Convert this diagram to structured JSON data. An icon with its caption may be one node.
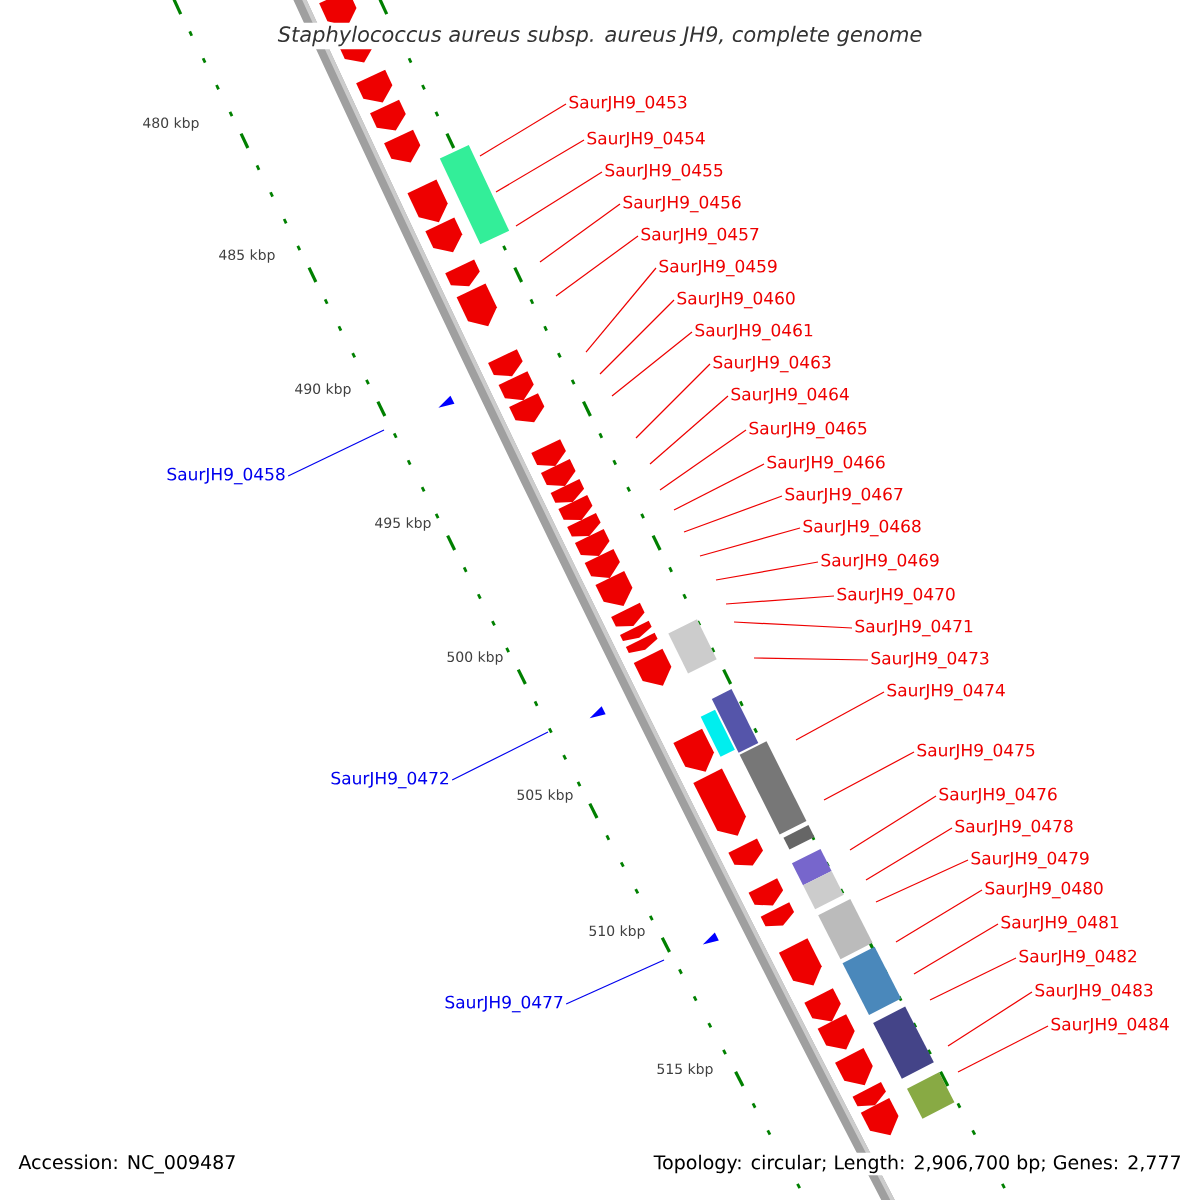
{
  "diagram": {
    "title": "Staphylococcus aureus subsp. aureus JH9, complete genome",
    "nodes": [
      {
        "text": [
          "SaurJH9_0453"
        ]
      },
      {
        "text": [
          "SaurJH9_0454"
        ]
      },
      {
        "text": [
          "SaurJH9_0455"
        ]
      },
      {
        "text": [
          "SaurJH9_0456"
        ]
      },
      {
        "text": [
          "SaurJH9_0457"
        ]
      },
      {
        "text": [
          "SaurJH9_0459"
        ]
      },
      {
        "text": [
          "SaurJH9_0460"
        ]
      },
      {
        "text": [
          "SaurJH9_0461"
        ]
      },
      {
        "text": [
          "SaurJH9_0463"
        ]
      },
      {
        "text": [
          "SaurJH9_0464"
        ]
      },
      {
        "text": [
          "SaurJH9_0465"
        ]
      },
      {
        "text": [
          "SaurJH9_0466"
        ]
      },
      {
        "text": [
          "SaurJH9_0467"
        ]
      },
      {
        "text": [
          "SaurJH9_0468"
        ]
      },
      {
        "text": [
          "SaurJH9_0469"
        ]
      },
      {
        "text": [
          "SaurJH9_0470"
        ]
      },
      {
        "text": [
          "SaurJH9_0471"
        ]
      },
      {
        "text": [
          "SaurJH9_0473"
        ]
      },
      {
        "text": [
          "SaurJH9_0474"
        ]
      },
      {
        "text": [
          "SaurJH9_0475"
        ]
      },
      {
        "text": [
          "SaurJH9_0476"
        ]
      },
      {
        "text": [
          "SaurJH9_0478"
        ]
      },
      {
        "text": [
          "SaurJH9_0479"
        ]
      },
      {
        "text": [
          "SaurJH9_0480"
        ]
      },
      {
        "text": [
          "SaurJH9_0481"
        ]
      },
      {
        "text": [
          "SaurJH9_0482"
        ]
      },
      {
        "text": [
          "SaurJH9_0483"
        ]
      },
      {
        "text": [
          "SaurJH9_0484"
        ]
      },
      {
        "text": [
          "SaurJH9_0458"
        ]
      },
      {
        "text": [
          "SaurJH9_0472"
        ]
      },
      {
        "text": [
          "SaurJH9_0477"
        ]
      }
    ],
    "edges": [
      {
        "from": 0,
        "to": null,
        "arrow": "none"
      },
      {
        "from": 1,
        "to": null,
        "arrow": "none"
      },
      {
        "from": 2,
        "to": null,
        "arrow": "none"
      },
      {
        "from": 3,
        "to": null,
        "arrow": "none"
      },
      {
        "from": 4,
        "to": null,
        "arrow": "none"
      },
      {
        "from": 5,
        "to": null,
        "arrow": "none"
      },
      {
        "from": 6,
        "to": null,
        "arrow": "none"
      },
      {
        "from": 7,
        "to": null,
        "arrow": "none"
      },
      {
        "from": 8,
        "to": null,
        "arrow": "none"
      },
      {
        "from": 9,
        "to": null,
        "arrow": "none"
      },
      {
        "from": 10,
        "to": null,
        "arrow": "none"
      },
      {
        "from": 11,
        "to": null,
        "arrow": "none"
      },
      {
        "from": 12,
        "to": null,
        "arrow": "none"
      },
      {
        "from": 13,
        "to": null,
        "arrow": "none"
      },
      {
        "from": 14,
        "to": null,
        "arrow": "none"
      },
      {
        "from": 15,
        "to": null,
        "arrow": "none"
      },
      {
        "from": 16,
        "to": null,
        "arrow": "none"
      },
      {
        "from": 17,
        "to": null,
        "arrow": "none"
      },
      {
        "from": 18,
        "to": null,
        "arrow": "none"
      },
      {
        "from": 19,
        "to": null,
        "arrow": "none"
      },
      {
        "from": 20,
        "to": null,
        "arrow": "none"
      },
      {
        "from": 21,
        "to": null,
        "arrow": "none"
      },
      {
        "from": 22,
        "to": null,
        "arrow": "none"
      },
      {
        "from": 23,
        "to": null,
        "arrow": "none"
      },
      {
        "from": 24,
        "to": null,
        "arrow": "none"
      },
      {
        "from": 25,
        "to": null,
        "arrow": "none"
      },
      {
        "from": 26,
        "to": null,
        "arrow": "none"
      },
      {
        "from": 27,
        "to": null,
        "arrow": "none"
      },
      {
        "from": 28,
        "to": null,
        "arrow": "none",
        "color": "#0000ee"
      },
      {
        "from": 29,
        "to": null,
        "arrow": "none",
        "color": "#0000ee"
      },
      {
        "from": 30,
        "to": null,
        "arrow": "none",
        "color": "#0000ee"
      }
    ],
    "labels": [
      "480 kbp",
      "485 kbp",
      "490 kbp",
      "495 kbp",
      "500 kbp",
      "505 kbp",
      "510 kbp",
      "515 kbp",
      "Accession: NC_009487",
      "Topology: circular; Length: 2,906,700 bp; Genes: 2,777"
    ]
  }
}
